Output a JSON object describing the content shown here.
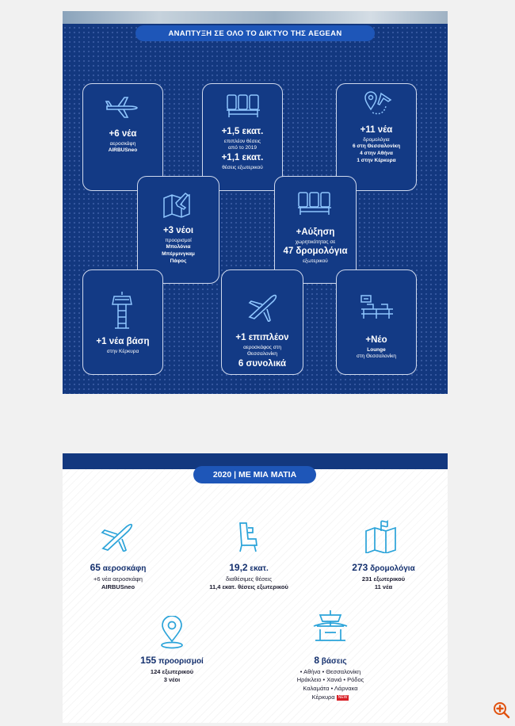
{
  "top": {
    "title": "ΑΝΑΠΤΥΞΗ ΣΕ ΟΛΟ ΤΟ ΔΙΚΤΥΟ ΤΗΣ AEGEAN",
    "cards": [
      {
        "icon": "airplane-icon",
        "lines": [
          "+6 νέα",
          "αεροσκάφη",
          "AIRBUSneo"
        ]
      },
      {
        "icon": "seats-icon",
        "lines": [
          "+1,5 εκατ.",
          "επιπλέον θέσεις",
          "από το 2019",
          "+1,1 εκατ.",
          "θέσεις εξωτερικού"
        ]
      },
      {
        "icon": "route-pin-icon",
        "lines": [
          "+11 νέα",
          "δρομολόγια",
          "6 στη Θεσσαλονίκη",
          "4 στην Αθήνα",
          "1 στην Κέρκυρα"
        ]
      },
      {
        "icon": "map-plane-icon",
        "lines": [
          "+3 νέοι",
          "προορισμοί",
          "Μπολόνια",
          "Μπέρμινγκαμ",
          "Πάφος"
        ]
      },
      {
        "icon": "seats-icon",
        "lines": [
          "+Αύξηση",
          "χωρητικότητας σε",
          "47 δρομολόγια",
          "εξωτερικού"
        ]
      },
      {
        "icon": "control-tower-icon",
        "lines": [
          "+1 νέα βάση",
          "στην Κέρκυρα"
        ]
      },
      {
        "icon": "airplane-icon",
        "lines": [
          "+1 επιπλέον",
          "αεροσκάφος στη",
          "Θεσσαλονίκη",
          "6 συνολικά"
        ]
      },
      {
        "icon": "lounge-icon",
        "lines": [
          "+Νέο",
          "Lounge",
          "στη Θεσσαλονίκη"
        ]
      }
    ]
  },
  "bottom": {
    "title": "2020 | ΜΕ ΜΙΑ ΜΑΤΙΑ",
    "stats": [
      {
        "icon": "airplane-icon",
        "head_num": "65",
        "head_text": " αεροσκάφη",
        "lines": [
          "+6 νέα αεροσκάφη",
          "AIRBUSneo"
        ]
      },
      {
        "icon": "seat-icon",
        "head_num": "19,2",
        "head_text": " εκατ.",
        "lines": [
          "διαθέσιμες θέσεις",
          "11,4 εκατ. θέσεις εξωτερικού"
        ]
      },
      {
        "icon": "map-icon",
        "head_num": "273",
        "head_text": " δρομολόγια",
        "lines": [
          "231 εξωτερικού",
          "11 νέα"
        ]
      },
      {
        "icon": "location-pin-icon",
        "head_num": "155",
        "head_text": " προορισμοί",
        "lines": [
          "124 εξωτερικού",
          "3 νέοι"
        ]
      },
      {
        "icon": "airport-base-icon",
        "head_num": "8",
        "head_text": " βάσεις",
        "lines": [
          "• Αθήνα • Θεσσαλονίκη",
          "Ηράκλειο • Χανιά • Ρόδος",
          "Καλαμάτα • Λάρνακα",
          "Κέρκυρα"
        ],
        "tag": "NEW"
      }
    ]
  },
  "colors": {
    "navy": "#13387f",
    "accent": "#1e56b8",
    "text": "#14306e"
  }
}
